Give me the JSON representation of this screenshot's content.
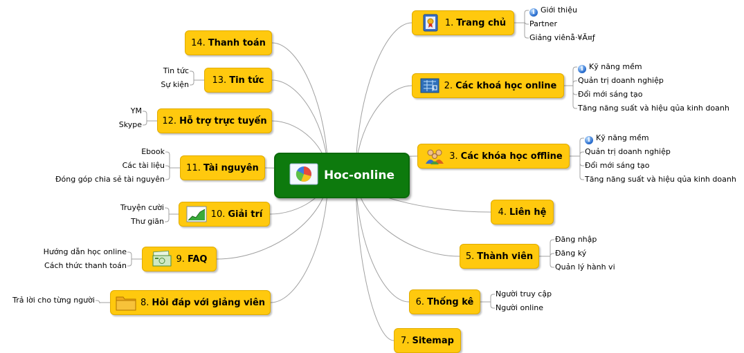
{
  "center": {
    "title": "Hoc-online",
    "icon": "pie-chart-icon"
  },
  "colors": {
    "node_fill": "#ffc90e",
    "node_border": "#e0ab00",
    "center_fill": "#0d7a0d",
    "connector": "#a0a0a0"
  },
  "nodes": [
    {
      "num": "1.",
      "title": "Trang chủ",
      "icon": "certificate-icon",
      "children": [
        "Giới thiệu",
        "Partner",
        "Giảng viênå·¥Ã¤ƒ"
      ]
    },
    {
      "num": "2.",
      "title": "Các khoá học online",
      "icon": "blueprint-icon",
      "children": [
        "Kỹ năng mềm",
        "Quản trị doanh nghiệp",
        "Đổi mới sáng tạo",
        "Tăng năng suất và hiệu qủa kinh doanh"
      ]
    },
    {
      "num": "3.",
      "title": "Các khóa học offline",
      "icon": "people-group-icon",
      "children": [
        "Kỹ năng mềm",
        "Quản trị doanh nghiệp",
        "Đổi mới sáng tạo",
        "Tăng năng suất và hiệu qủa kinh doanh"
      ]
    },
    {
      "num": "4.",
      "title": "Liên hệ",
      "children": []
    },
    {
      "num": "5.",
      "title": "Thành viên",
      "children": [
        "Đăng nhập",
        "Đăng ký",
        "Quản lý hành vi"
      ]
    },
    {
      "num": "6.",
      "title": "Thống kê",
      "children": [
        "Người truy cập",
        "Người online"
      ]
    },
    {
      "num": "7.",
      "title": "Sitemap",
      "children": []
    },
    {
      "num": "8.",
      "title": "Hỏi đáp với giảng viên",
      "icon": "folder-icon",
      "children": [
        "Trả lời cho từng người"
      ]
    },
    {
      "num": "9.",
      "title": "FAQ",
      "icon": "money-icon",
      "children": [
        "Hướng dẫn học online",
        "Cách thức thanh toán"
      ]
    },
    {
      "num": "10.",
      "title": "Giải trí",
      "icon": "area-chart-icon",
      "children": [
        "Truyện cười",
        "Thư giãn"
      ]
    },
    {
      "num": "11.",
      "title": "Tài nguyên",
      "children": [
        "Ebook",
        "Các tài liệu",
        "Đóng góp chia sẻ tài nguyên"
      ]
    },
    {
      "num": "12.",
      "title": "Hỗ trợ trực tuyến",
      "children": [
        "YM",
        "Skype"
      ]
    },
    {
      "num": "13.",
      "title": "Tin tức",
      "children": [
        "Tin tức",
        "Sự kiện"
      ]
    },
    {
      "num": "14.",
      "title": "Thanh toán",
      "children": []
    }
  ]
}
